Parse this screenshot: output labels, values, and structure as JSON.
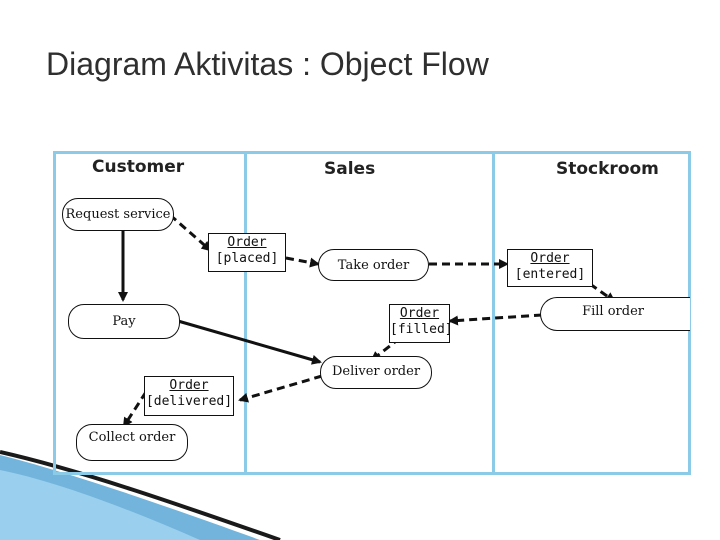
{
  "title": "Diagram Aktivitas : Object Flow",
  "lanes": {
    "customer": "Customer",
    "sales": "Sales",
    "stockroom": "Stockroom"
  },
  "activities": {
    "request_service": "Request service",
    "take_order": "Take order",
    "pay": "Pay",
    "deliver_order": "Deliver order",
    "fill_order": "Fill order",
    "collect_order": "Collect order"
  },
  "objects": {
    "order_placed": {
      "name": "Order",
      "state": "[placed]"
    },
    "order_entered": {
      "name": "Order",
      "state": "[entered]"
    },
    "order_filled": {
      "name": "Order",
      "state": "[filled]"
    },
    "order_delivered": {
      "name": "Order",
      "state": "[delivered]"
    }
  },
  "colors": {
    "lane_border": "#8ccbe8",
    "ink": "#111111",
    "accent_dark": "#1f5f8f",
    "accent_light": "#5aa7d6"
  }
}
